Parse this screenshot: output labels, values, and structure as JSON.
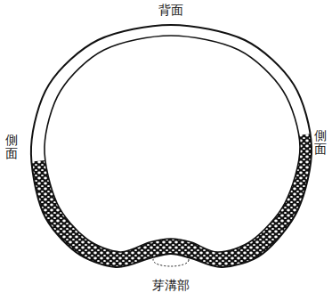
{
  "diagram": {
    "labels": [
      "背面",
      "側面",
      "側面",
      "芽溝部"
    ]
  }
}
